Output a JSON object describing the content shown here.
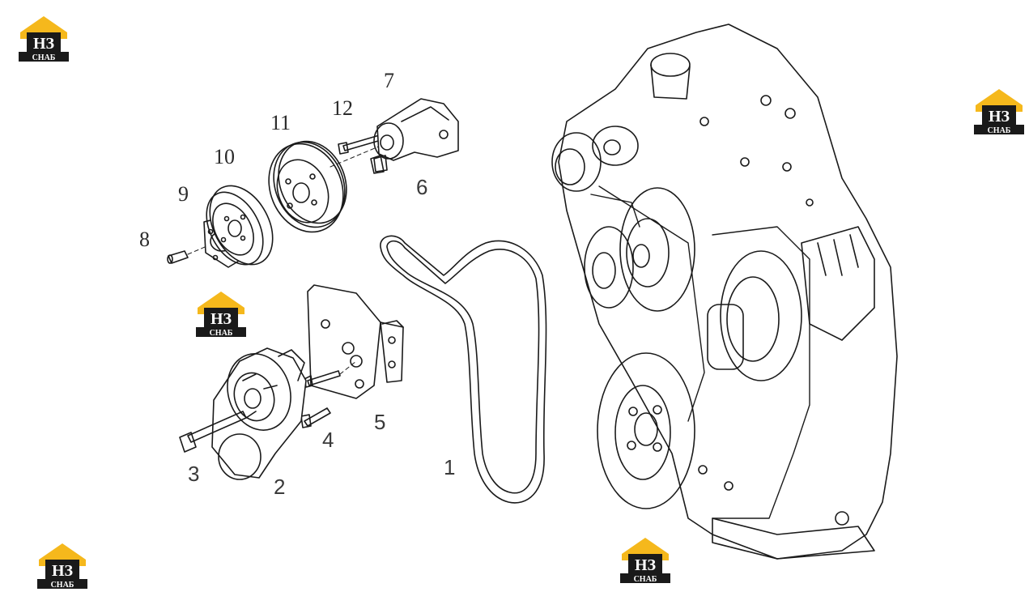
{
  "watermark": {
    "line1": "НЗ",
    "line2": "СНАБ",
    "accent": "#F5B81C",
    "dark": "#1a1a1a"
  },
  "labels": {
    "l1": "1",
    "l2": "2",
    "l3": "3",
    "l4": "4",
    "l5": "5",
    "l6": "6",
    "l7": "7",
    "l8": "8",
    "l9": "9",
    "l10": "10",
    "l11": "11",
    "l12": "12"
  }
}
